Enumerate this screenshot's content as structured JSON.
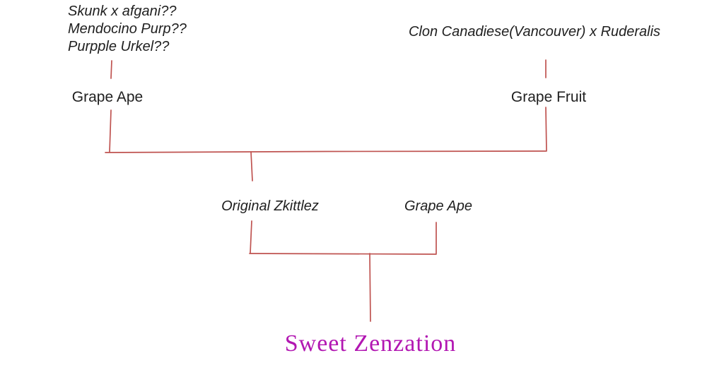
{
  "diagram": {
    "colors": {
      "line": "#bf5350",
      "ink": "#1f1f1f",
      "result": "#b217b2"
    },
    "left_ancestry": {
      "lines": [
        "Skunk x afgani??",
        "Mendocino Purp??",
        "Purpple Urkel??"
      ]
    },
    "right_ancestry": {
      "label": "Clon Canadiese(Vancouver) x Ruderalis"
    },
    "parents": {
      "left": "Grape Ape",
      "right": "Grape Fruit"
    },
    "cross": {
      "left": "Original Zkittlez",
      "right": "Grape Ape"
    },
    "result": "Sweet Zenzation"
  }
}
